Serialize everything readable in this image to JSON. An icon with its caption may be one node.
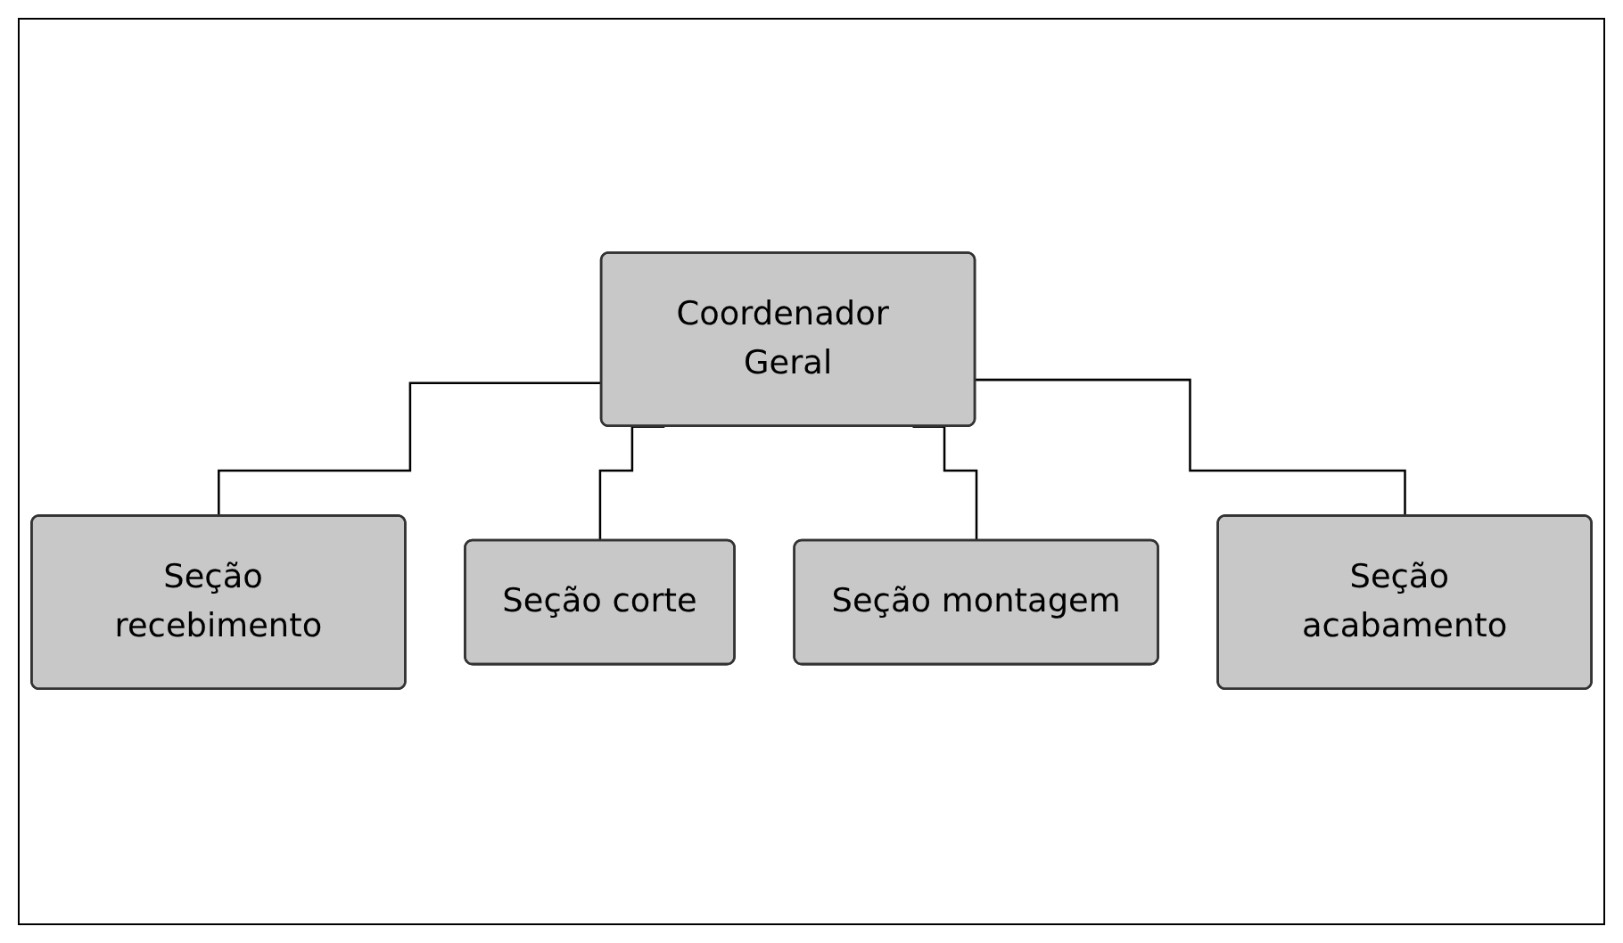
{
  "diagram": {
    "nodes": [
      {
        "text": [
          "Coordenador Geral"
        ]
      },
      {
        "text": [
          "Seção recebimento"
        ]
      },
      {
        "text": [
          "Seção corte"
        ]
      },
      {
        "text": [
          "Seção montagem"
        ]
      },
      {
        "text": [
          "Seção acabamento"
        ]
      }
    ],
    "edges": [
      {
        "from": 0,
        "to": 1,
        "arrow": "none"
      },
      {
        "from": 0,
        "to": 2,
        "arrow": "none"
      },
      {
        "from": 0,
        "to": 3,
        "arrow": "none"
      },
      {
        "from": 0,
        "to": 4,
        "arrow": "none"
      }
    ]
  }
}
